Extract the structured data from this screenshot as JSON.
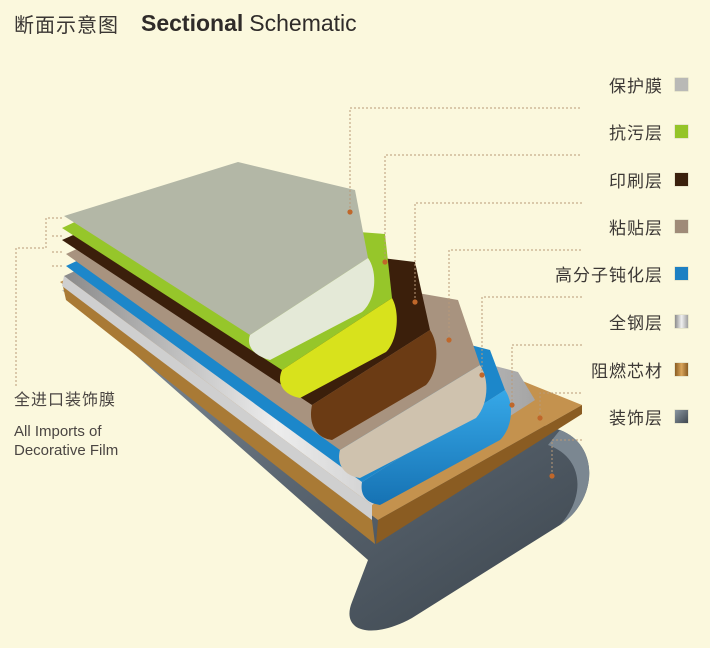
{
  "header": {
    "title_cn": "断面示意图",
    "title_en_bold": "Sectional",
    "title_en_light": "Schematic"
  },
  "legend": {
    "items": [
      {
        "label": "保护膜",
        "color": "#b9b9b6"
      },
      {
        "label": "抗污层",
        "color": "#94c428"
      },
      {
        "label": "印刷层",
        "color": "#3a200c"
      },
      {
        "label": "粘贴层",
        "color": "#9f8b78"
      },
      {
        "label": "高分子钝化层",
        "color": "#1d80c3"
      },
      {
        "label": "全钢层",
        "color": "#bdbdbd"
      },
      {
        "label": "阻燃芯材",
        "color": "#b07a2c"
      },
      {
        "label": "装饰层",
        "color": "#55616d"
      }
    ]
  },
  "side_note": {
    "cn": "全进口装饰膜",
    "en_line1": "All Imports of",
    "en_line2": "Decorative Film"
  }
}
